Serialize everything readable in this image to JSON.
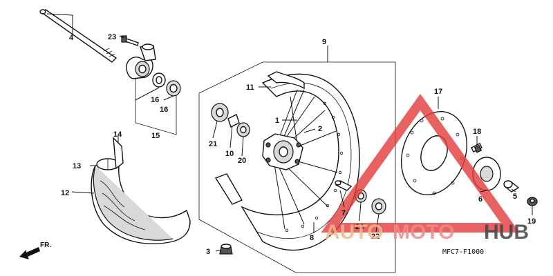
{
  "diagram": {
    "code": "MFC7-F1000",
    "front_label": "FR.",
    "callouts": {
      "c1": "1",
      "c2": "2",
      "c3": "3",
      "c4": "4",
      "c5": "5",
      "c6": "6",
      "c7": "7",
      "c8": "8",
      "c9": "9",
      "c10": "10",
      "c11": "11",
      "c12": "12",
      "c13": "13",
      "c14": "14",
      "c15": "15",
      "c16a": "16",
      "c16b": "16",
      "c17": "17",
      "c18": "18",
      "c19": "19",
      "c20": "20",
      "c21": "21",
      "c22": "22",
      "c23": "23",
      "c24": "24"
    }
  },
  "watermark": {
    "part1": "AUTO",
    "part2": "MOTO",
    "part3": "HUB",
    "triangle_color": "#e23b3b"
  }
}
